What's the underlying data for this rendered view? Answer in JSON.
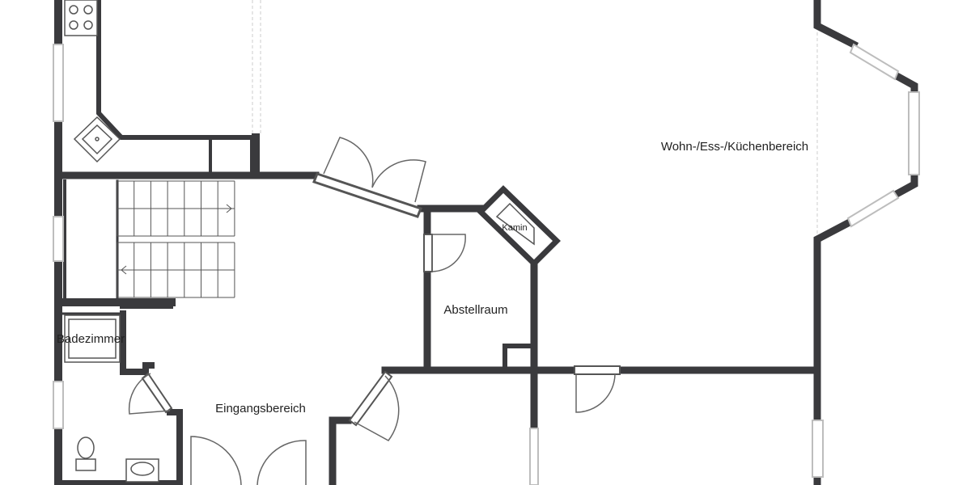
{
  "colors": {
    "wall": "#3a3a3d",
    "fixture": "#555555",
    "window": "#bdbdbd",
    "door": "#666666",
    "stair": "#555555",
    "text": "#222222",
    "background": "#ffffff"
  },
  "rooms": {
    "living": "Wohn-/Ess-/Küchenbereich",
    "storage": "Abstellraum",
    "bathroom": "Badezimmer",
    "entrance": "Eingangsbereich"
  },
  "fixtures": {
    "fireplace": "Kamin"
  }
}
